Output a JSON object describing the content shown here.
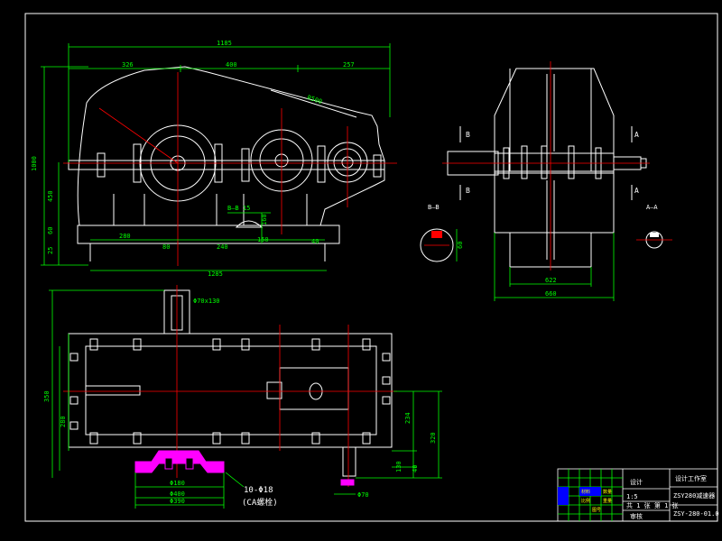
{
  "colors": {
    "background": "#000000",
    "outline": "#ffffff",
    "dimension": "#00ff00",
    "center_line": "#ff0000",
    "part_highlight": "#ff00ff",
    "title_block_fill": "#0000ff",
    "yellow": "#ffff00"
  },
  "front_view": {
    "dims": {
      "overall_width": "1185",
      "seg_1": "326",
      "seg_2": "400",
      "seg_3": "257",
      "overall_height": "1000",
      "left_1": "450",
      "left_2": "60",
      "left_3": "25",
      "bottom_1": "280",
      "bottom_2": "80",
      "bottom_3": "240",
      "bottom_4": "40",
      "base_length": "1285",
      "radius": "R500",
      "section_label": "B—B 15",
      "section_value": "150",
      "section_dim2": "160"
    }
  },
  "side_view": {
    "section_markers": {
      "b_top_left": "B",
      "b_bottom_left": "B",
      "a_top_right": "A",
      "a_bottom_right": "A"
    },
    "dims": {
      "inner_width": "622",
      "outer_width": "660"
    }
  },
  "section_bb": {
    "title": "B—B",
    "dim": "60"
  },
  "section_aa": {
    "title": "A—A"
  },
  "top_view": {
    "dims": {
      "top_note": "Φ70x130",
      "left_1": "350",
      "left_2": "280",
      "right_1": "234",
      "right_2": "320",
      "right_3": "130",
      "right_4": "40",
      "bottom_1": "Φ180",
      "bottom_2": "Φ400",
      "bottom_3": "Φ390",
      "bottom_r": "Φ70",
      "bolt_note": "10-Φ18",
      "part_note": "(CA螺栓)"
    }
  },
  "title_block": {
    "company": "设计工作室",
    "drawing_name": "ZSY280减速器",
    "designer": "设计",
    "checker": "审核",
    "scale": "1:5",
    "sheet": "共 1 张 第 1 张",
    "drawing_no": "ZSY-280-01.0",
    "cells": [
      "材料",
      "数量",
      "比例",
      "重量",
      "图号"
    ]
  }
}
